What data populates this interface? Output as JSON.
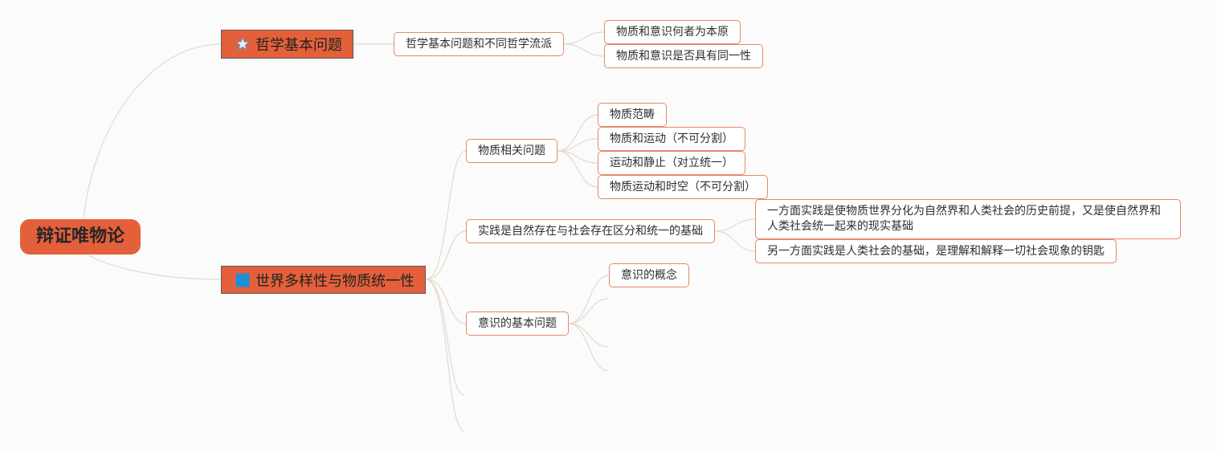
{
  "mindmap": {
    "root": {
      "label": "辩证唯物论"
    },
    "branches": [
      {
        "label": "哲学基本问题",
        "icon": "star-icon",
        "children": [
          {
            "label": "哲学基本问题和不同哲学流派",
            "children": [
              {
                "label": "物质和意识何者为本原"
              },
              {
                "label": "物质和意识是否具有同一性"
              }
            ]
          }
        ]
      },
      {
        "label": "世界多样性与物质统一性",
        "icon": "blue-square-icon",
        "children": [
          {
            "label": "物质相关问题",
            "children": [
              {
                "label": "物质范畴"
              },
              {
                "label": "物质和运动（不可分割）"
              },
              {
                "label": "运动和静止（对立统一）"
              },
              {
                "label": "物质运动和时空（不可分割）"
              }
            ]
          },
          {
            "label": "实践是自然存在与社会存在区分和统一的基础",
            "children": [
              {
                "label": "一方面实践是使物质世界分化为自然界和人类社会的历史前提，又是使自然界和人类社会统一起来的现实基础"
              },
              {
                "label": "另一方面实践是人类社会的基础，是理解和解释一切社会现象的钥匙"
              }
            ]
          },
          {
            "label": "意识的基本问题",
            "children": [
              {
                "label": "意识的概念"
              }
            ]
          }
        ]
      }
    ]
  },
  "colors": {
    "bg": "#fbfbfb",
    "root-fill": "#e4603a",
    "main-fill": "#e4603a",
    "main-border": "#5a5a5a",
    "sub-border": "#e8866a",
    "connector": "#e4d9cc",
    "flag-blue": "#1e8fd6"
  }
}
